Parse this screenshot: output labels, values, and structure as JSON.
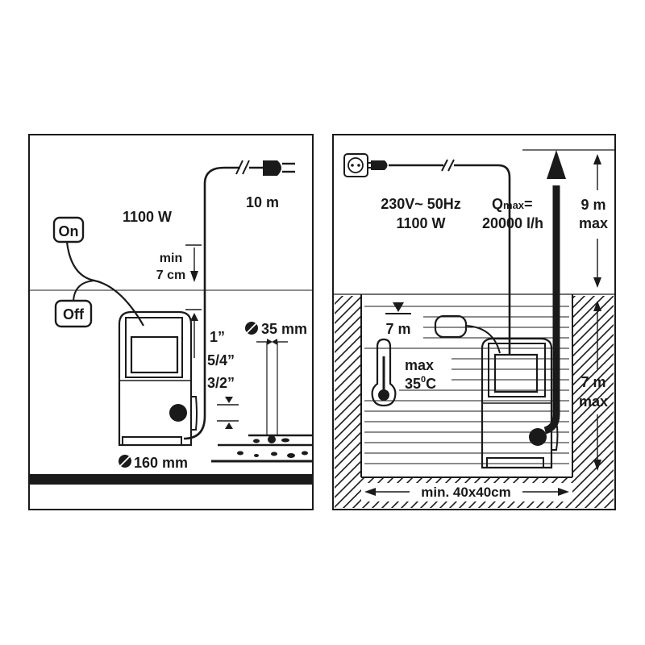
{
  "left_panel": {
    "power_label": "1100 W",
    "cable_length": "10 m",
    "switch_on": "On",
    "switch_off": "Off",
    "min_depth_line1": "min",
    "min_depth_line2": "7 cm",
    "particle_size": "35 mm",
    "outlet_size_1": "1”",
    "outlet_size_2": "5/4”",
    "outlet_size_3": "3/2”",
    "shaft_diameter": "160 mm"
  },
  "right_panel": {
    "voltage": "230V~ 50Hz",
    "power": "1100 W",
    "flow_label_prefix": "Q",
    "flow_label_sub": "max",
    "flow_label_suffix": "=",
    "flow_value": "20000 l/h",
    "head_line1": "9 m",
    "head_line2": "max",
    "immersion_depth": "7 m",
    "temp_line1": "max",
    "temp_value": "35",
    "temp_degree": "0",
    "temp_unit": "C",
    "depth_line1": "7 m",
    "depth_line2": "max",
    "shaft_size": "min. 40x40cm"
  }
}
